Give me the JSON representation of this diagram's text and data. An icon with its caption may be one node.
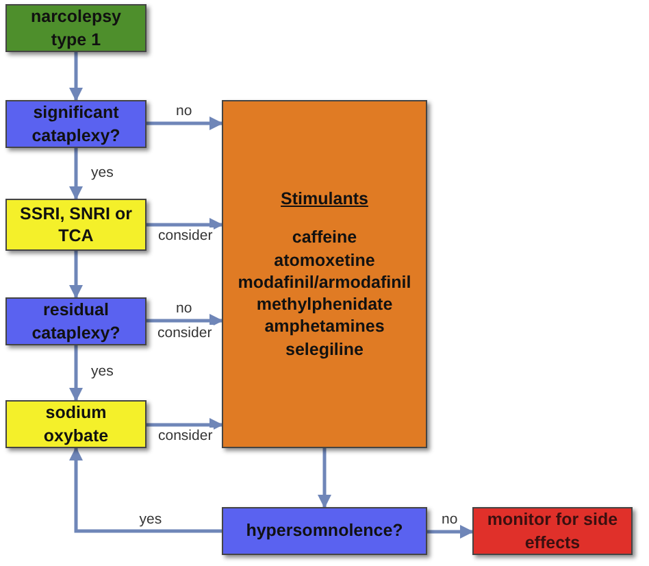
{
  "diagram": {
    "nodes": [
      {
        "text": [
          "narcolepsy type 1"
        ]
      },
      {
        "text": [
          "significant cataplexy?"
        ]
      },
      {
        "text": [
          "SSRI, SNRI or TCA"
        ]
      },
      {
        "text": [
          "residual cataplexy?"
        ]
      },
      {
        "text": [
          "sodium oxybate"
        ]
      },
      {
        "text": [
          "Stimulants",
          "caffeine",
          "atomoxetine",
          "modafinil/armodafinil",
          "methylphenidate",
          "amphetamines",
          "selegiline"
        ]
      },
      {
        "text": [
          "hypersomnolence?"
        ]
      },
      {
        "text": [
          "monitor for side effects"
        ]
      }
    ],
    "edges": [
      {
        "from": 0,
        "to": 1,
        "arrow": "to"
      },
      {
        "from": 1,
        "to": 5,
        "arrow": "to",
        "label": "no"
      },
      {
        "from": 1,
        "to": 2,
        "arrow": "to",
        "label": "yes"
      },
      {
        "from": 2,
        "to": 5,
        "arrow": "to",
        "label": "consider"
      },
      {
        "from": 2,
        "to": 3,
        "arrow": "to"
      },
      {
        "from": 3,
        "to": 5,
        "arrow": "to",
        "label": "no"
      },
      {
        "from": 3,
        "to": 4,
        "arrow": "to",
        "label": "yes"
      },
      {
        "from": 4,
        "to": 5,
        "arrow": "to",
        "label": "consider"
      },
      {
        "from": 5,
        "to": 6,
        "arrow": "to"
      },
      {
        "from": 6,
        "to": 4,
        "arrow": "to",
        "label": "yes"
      },
      {
        "from": 6,
        "to": 7,
        "arrow": "to",
        "label": "no"
      }
    ],
    "labels": [
      "consider"
    ]
  }
}
